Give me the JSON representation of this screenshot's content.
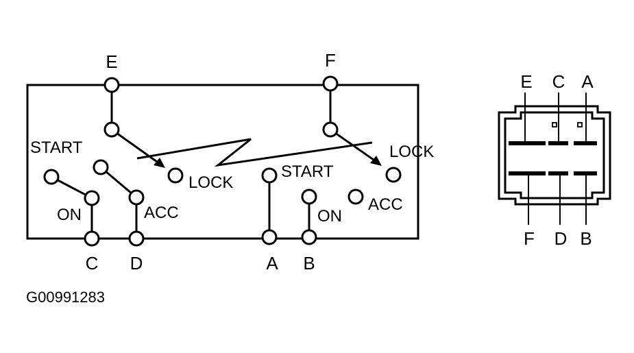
{
  "schematic": {
    "terminals": {
      "E": "E",
      "F": "F",
      "C": "C",
      "D": "D",
      "A": "A",
      "B": "B"
    },
    "positions": {
      "start_left": "START",
      "on_left": "ON",
      "acc_left": "ACC",
      "lock_left": "LOCK",
      "start_right": "START",
      "on_right": "ON",
      "acc_right": "ACC",
      "lock_right": "LOCK"
    }
  },
  "connector": {
    "top_pins": [
      "E",
      "C",
      "A"
    ],
    "bottom_pins": [
      "F",
      "D",
      "B"
    ]
  },
  "figure_code": "G00991283"
}
